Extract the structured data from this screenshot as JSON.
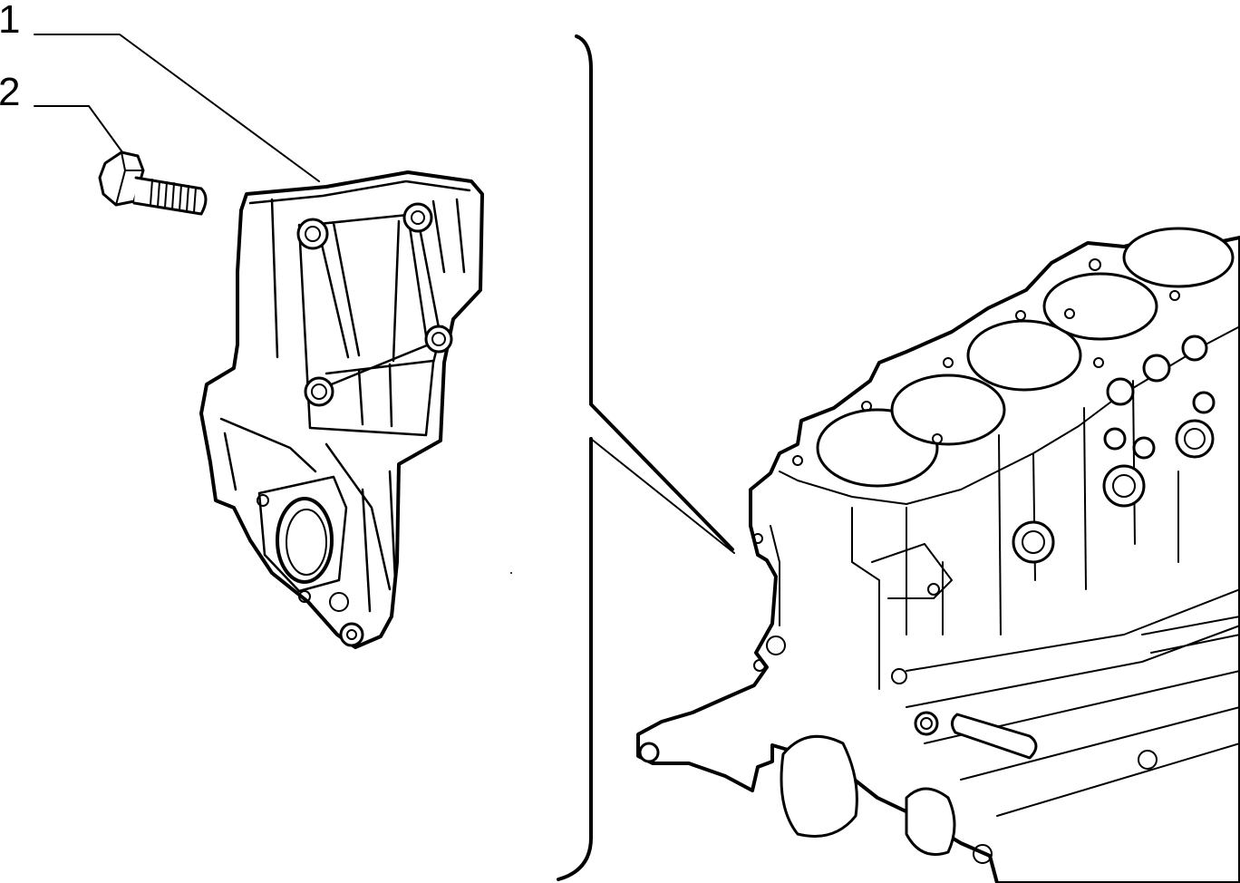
{
  "diagram": {
    "callouts": [
      {
        "id": "1",
        "label": "1",
        "part": "mounting-bracket"
      },
      {
        "id": "2",
        "label": "2",
        "part": "flange-bolt"
      }
    ],
    "colors": {
      "ink": "#000000",
      "background": "#ffffff"
    }
  }
}
